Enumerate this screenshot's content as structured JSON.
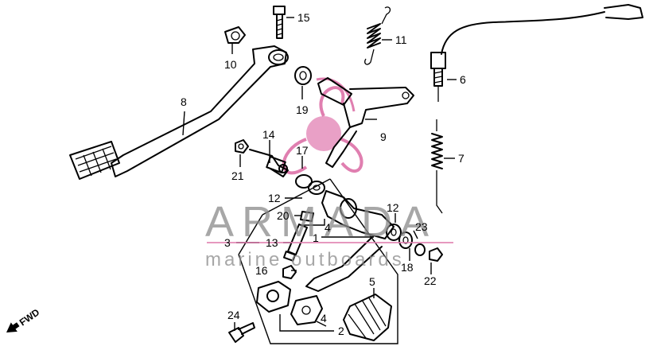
{
  "callouts": [
    "1",
    "2",
    "3",
    "4",
    "5",
    "6",
    "7",
    "8",
    "9",
    "10",
    "11",
    "12",
    "13",
    "14",
    "15",
    "16",
    "17",
    "18",
    "19",
    "20",
    "21",
    "22",
    "23",
    "24"
  ],
  "direction": "FWD",
  "watermark": {
    "brand": "ARMADA",
    "tagline": "marine outboards",
    "colors": {
      "logo": "#e07fb0",
      "text": "#8a8a8a"
    }
  }
}
